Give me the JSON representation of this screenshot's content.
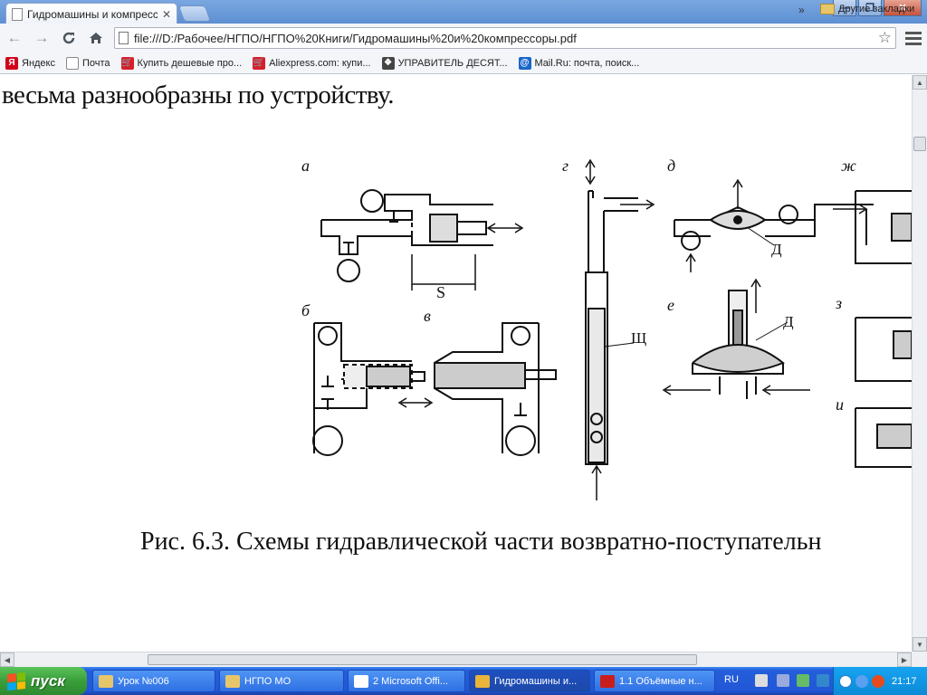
{
  "browser": {
    "tab_title": "Гидромашины и компрессор",
    "tab_close": "✕",
    "url": "file:///D:/Рабочее/НГПО/НГПО%20Книги/Гидромашины%20и%20компрессоры.pdf"
  },
  "window_controls": {
    "minimize": "—",
    "restore": "❐",
    "close": "✕"
  },
  "nav": {
    "back": "←",
    "forward": "→",
    "reload": "C",
    "home": "⌂",
    "star": "☆"
  },
  "bookmarks": [
    {
      "label": "Яндекс",
      "icon": "yandex-icon",
      "color": "#d0021b",
      "glyph": "Я"
    },
    {
      "label": "Почта",
      "icon": "page-icon",
      "color": "#ffffff",
      "glyph": ""
    },
    {
      "label": "Купить дешевые про...",
      "icon": "cart-icon",
      "color": "#d81e2a",
      "glyph": "🛒"
    },
    {
      "label": "Aliexpress.com: купи...",
      "icon": "cart-icon",
      "color": "#d81e2a",
      "glyph": "🛒"
    },
    {
      "label": "УПРАВИТЕЛЬ ДЕСЯТ...",
      "icon": "logo-icon",
      "color": "#444444",
      "glyph": "❖"
    },
    {
      "label": "Mail.Ru: почта, поиск...",
      "icon": "mailru-icon",
      "color": "#1a66c9",
      "glyph": "@"
    }
  ],
  "bookmarks_overflow": "»",
  "bookmarks_other": "Другие закладки",
  "document": {
    "line1": "весьма разнообразны по устройству.",
    "caption": "Рис. 6.3. Схемы гидравлической части возвратно-поступательн",
    "figure_labels": [
      "а",
      "б",
      "в",
      "г",
      "д",
      "е",
      "ж",
      "з",
      "и",
      "S",
      "Д",
      "Д",
      "Щ"
    ]
  },
  "taskbar": {
    "start_label": "пуск",
    "tasks": [
      {
        "label": "Урок №006",
        "icon": "folder-icon",
        "color": "#e7c66a"
      },
      {
        "label": "НГПО МО",
        "icon": "folder-icon",
        "color": "#e7c66a"
      },
      {
        "label": "2 Microsoft Offi...",
        "icon": "word-icon",
        "color": "#ffffff"
      },
      {
        "label": "Гидромашины и...",
        "icon": "chrome-icon",
        "color": "#e8b43a"
      },
      {
        "label": "1.1 Объёмные н...",
        "icon": "pdf-icon",
        "color": "#c91d1d"
      }
    ],
    "lang": "RU",
    "clock": "21:17"
  }
}
